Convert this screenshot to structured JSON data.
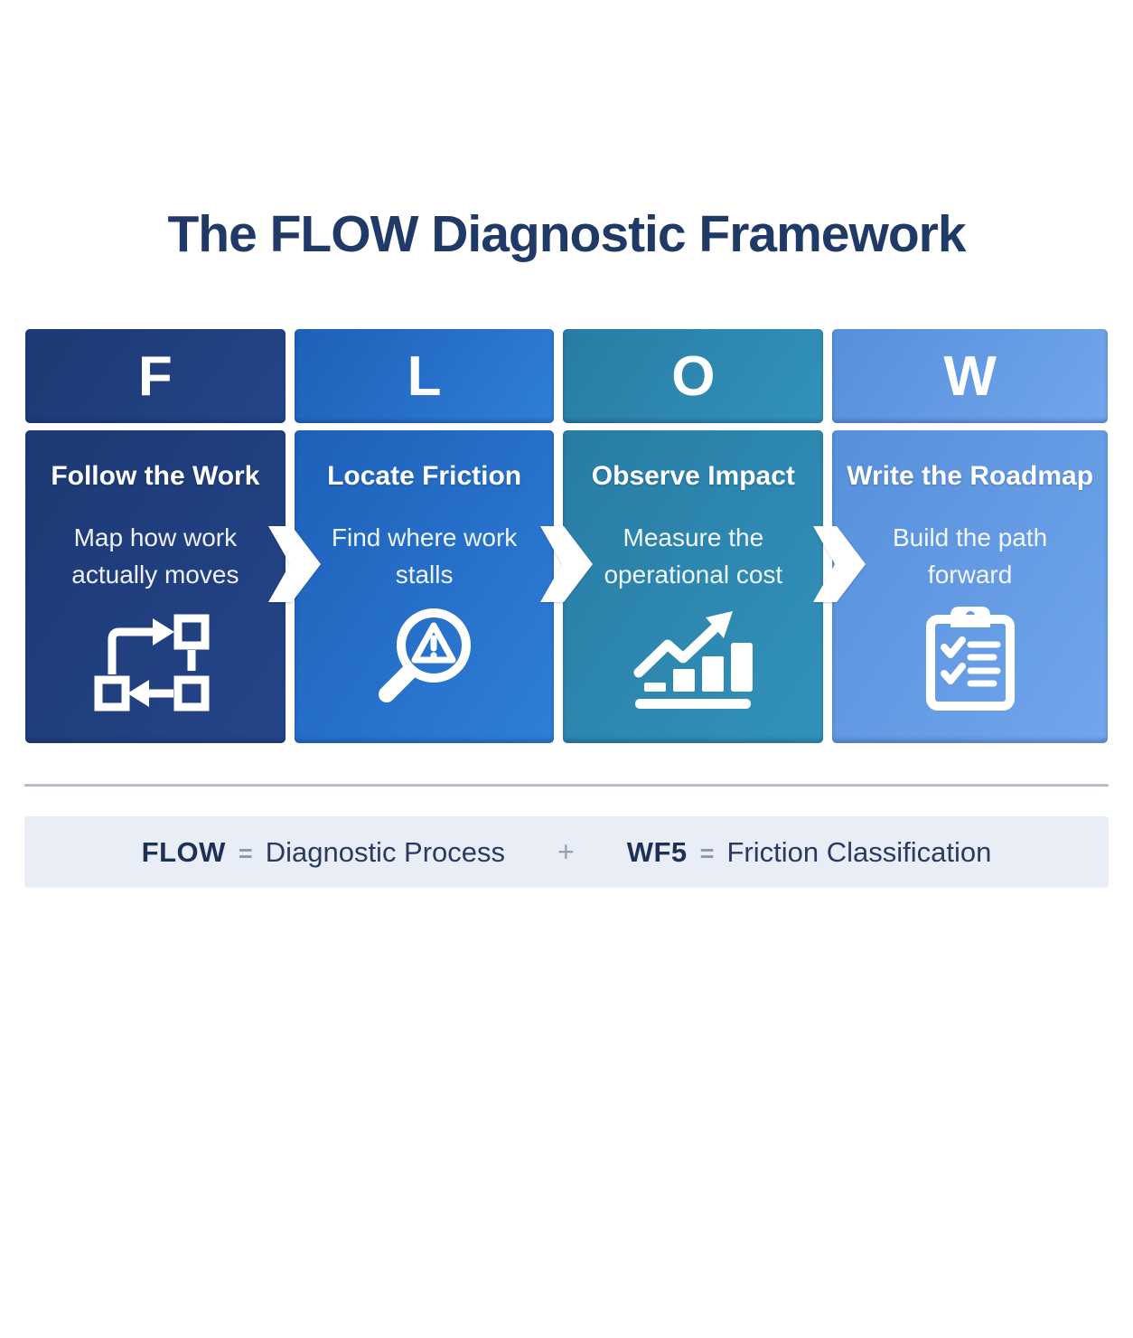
{
  "title": "The FLOW Diagnostic Framework",
  "columns": [
    {
      "letter": "F",
      "heading": "Follow the Work",
      "line1": "Map how work",
      "line2": "actually moves",
      "icon": "workflow-loop-icon",
      "color_from": "#1c3973",
      "color_to": "#254589"
    },
    {
      "letter": "L",
      "heading": "Locate Friction",
      "line1": "Find where work",
      "line2": "stalls",
      "icon": "magnifier-warning-icon",
      "color_from": "#1d60b8",
      "color_to": "#2f7ed8"
    },
    {
      "letter": "O",
      "heading": "Observe Impact",
      "line1": "Measure the",
      "line2": "operational cost",
      "icon": "growth-chart-icon",
      "color_from": "#287ca5",
      "color_to": "#3292ba"
    },
    {
      "letter": "W",
      "heading": "Write the Roadmap",
      "line1": "Build the path",
      "line2": "forward",
      "icon": "clipboard-checklist-icon",
      "color_from": "#578fdb",
      "color_to": "#71a6ec"
    }
  ],
  "legend": {
    "separator": "+",
    "items": [
      {
        "term": "FLOW",
        "equals": "=",
        "definition": "Diagnostic Process"
      },
      {
        "term": "WF5",
        "equals": "=",
        "definition": "Friction Classification"
      }
    ]
  },
  "palette": {
    "title_text": "#203a68",
    "legend_background": "#e9edf5",
    "divider": "#aab0bb",
    "muted_text": "#8e97a9",
    "card_text": "#ffffff"
  }
}
